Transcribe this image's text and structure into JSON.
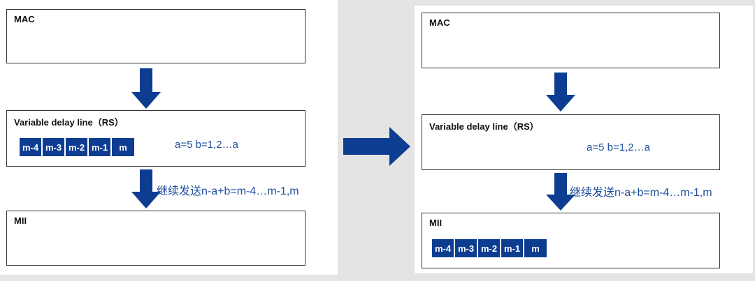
{
  "left": {
    "mac_label": "MAC",
    "rs_label": "Variable delay line（RS）",
    "blocks": [
      "m-4",
      "m-3",
      "m-2",
      "m-1",
      "m"
    ],
    "param_text": "a=5   b=1,2…a",
    "continue_text": "继续发送n-a+b=m-4…m-1,m",
    "mii_label": "MII"
  },
  "right": {
    "mac_label": "MAC",
    "rs_label": "Variable delay line（RS）",
    "param_text": "a=5   b=1,2…a",
    "continue_text": "继续发送n-a+b=m-4…m-1,m",
    "mii_label": "MII",
    "blocks": [
      "m-4",
      "m-3",
      "m-2",
      "m-1",
      "m"
    ]
  },
  "colors": {
    "arrow": "#0d3d91",
    "block": "#0d3d91",
    "text_blue": "#1f4e9e"
  },
  "icons": {
    "down_arrow": "down-arrow-icon",
    "transition_arrow": "right-arrow-icon"
  }
}
